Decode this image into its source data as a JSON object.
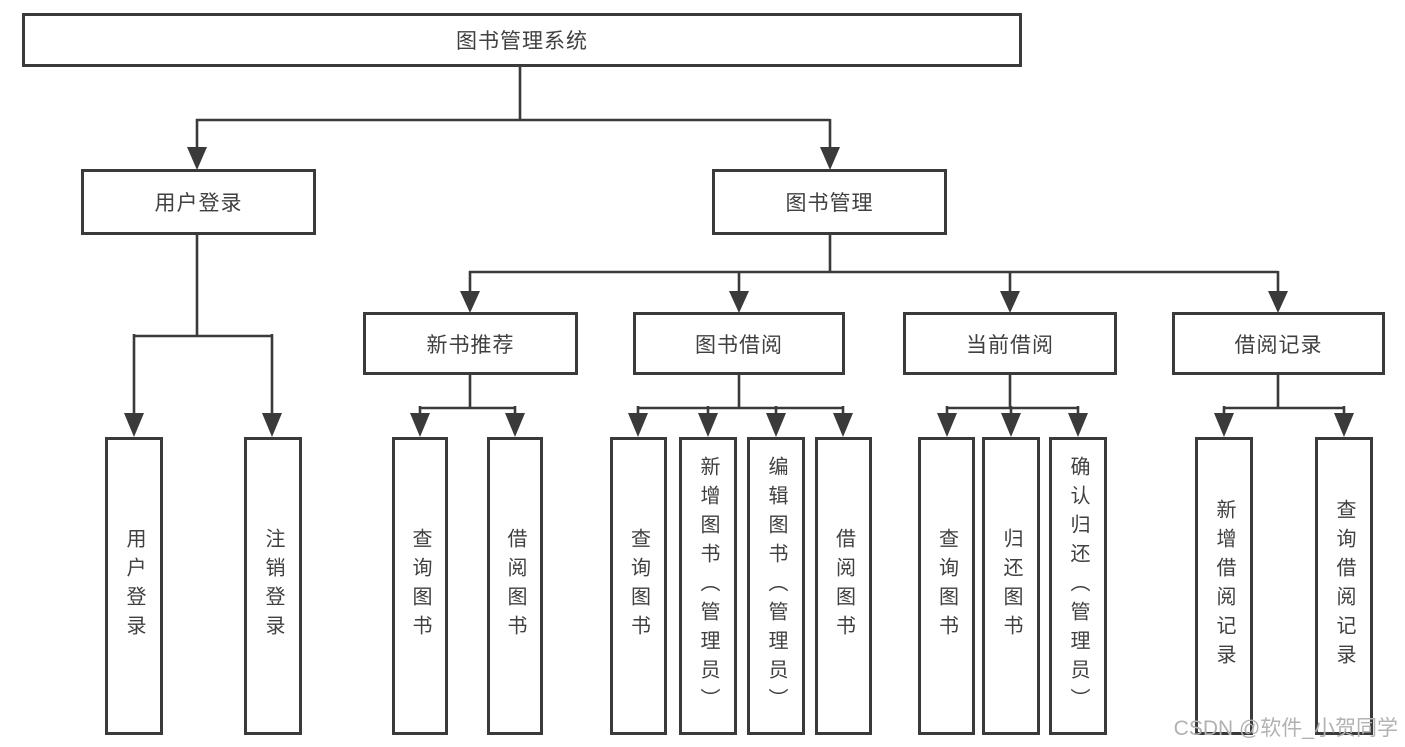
{
  "root": {
    "label": "图书管理系统"
  },
  "level2": {
    "user_login": {
      "label": "用户登录",
      "leaves": [
        {
          "label": "用户登录"
        },
        {
          "label": "注销登录"
        }
      ]
    },
    "book_mgmt": {
      "label": "图书管理"
    }
  },
  "level3": {
    "new_book": {
      "label": "新书推荐",
      "leaves": [
        {
          "label": "查询图书"
        },
        {
          "label": "借阅图书"
        }
      ]
    },
    "borrow": {
      "label": "图书借阅",
      "leaves": [
        {
          "label": "查询图书"
        },
        {
          "label": "新增图书（管理员）"
        },
        {
          "label": "编辑图书（管理员）"
        },
        {
          "label": "借阅图书"
        }
      ]
    },
    "current": {
      "label": "当前借阅",
      "leaves": [
        {
          "label": "查询图书"
        },
        {
          "label": "归还图书"
        },
        {
          "label": "确认归还（管理员）"
        }
      ]
    },
    "records": {
      "label": "借阅记录",
      "leaves": [
        {
          "label": "新增借阅记录"
        },
        {
          "label": "查询借阅记录"
        }
      ]
    }
  },
  "watermark": {
    "text": "CSDN @软件_小贺同学"
  },
  "colors": {
    "line": "#3a3a3a",
    "text": "#404040",
    "watermark": "#b2b2b2",
    "background": "#ffffff"
  }
}
